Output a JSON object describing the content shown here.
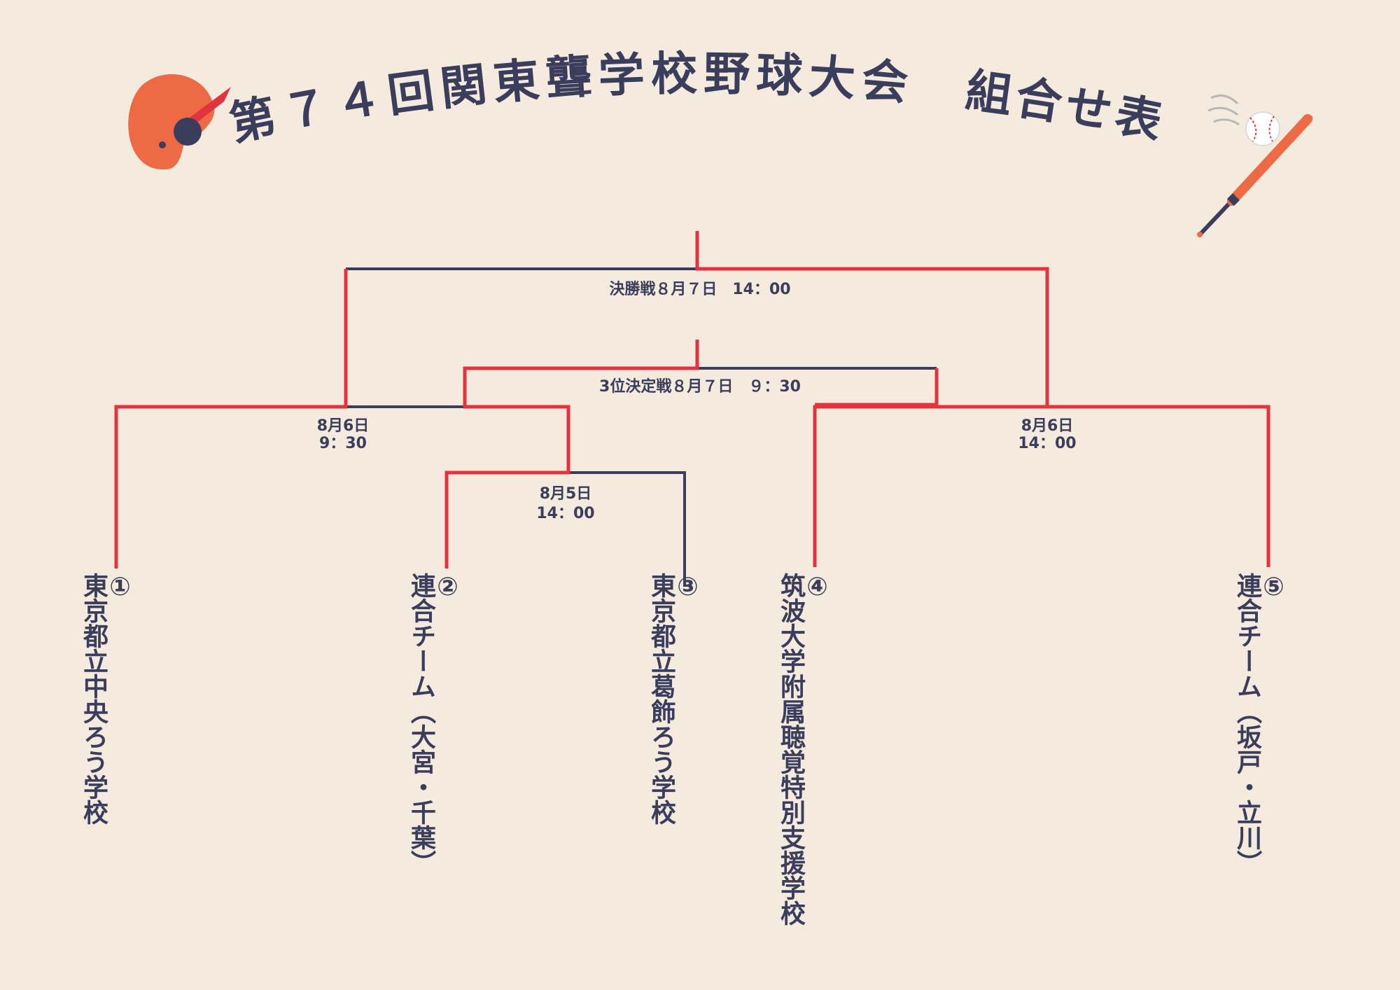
{
  "title": {
    "main": "第７４回関東聾学校野球大会",
    "sub": "組合せ表"
  },
  "matches": {
    "final": "決勝戦８月７日　14：00",
    "third_place": "3位決定戦８月７日　９：30",
    "left_semi_date": "8月6日",
    "left_semi_time": "9：30",
    "right_semi_date": "8月6日",
    "right_semi_time": "14：00",
    "first_round_date": "8月5日",
    "first_round_time": "14：00"
  },
  "teams": [
    {
      "number": "①",
      "name": "東京都立中央ろう学校"
    },
    {
      "number": "②",
      "name": "連合チーム（大宮・千葉）"
    },
    {
      "number": "③",
      "name": "東京都立葛飾ろう学校"
    },
    {
      "number": "④",
      "name": "筑波大学附属聴覚特別支援学校"
    },
    {
      "number": "⑤",
      "name": "連合チーム（坂戸・立川）"
    }
  ],
  "colors": {
    "navy": "#3a3d5c",
    "red": "#e2343f",
    "orange": "#ee6a45",
    "background": "#f4ebde"
  },
  "icons": [
    "batting-helmet-icon",
    "baseball-bat-icon",
    "baseball-icon"
  ]
}
